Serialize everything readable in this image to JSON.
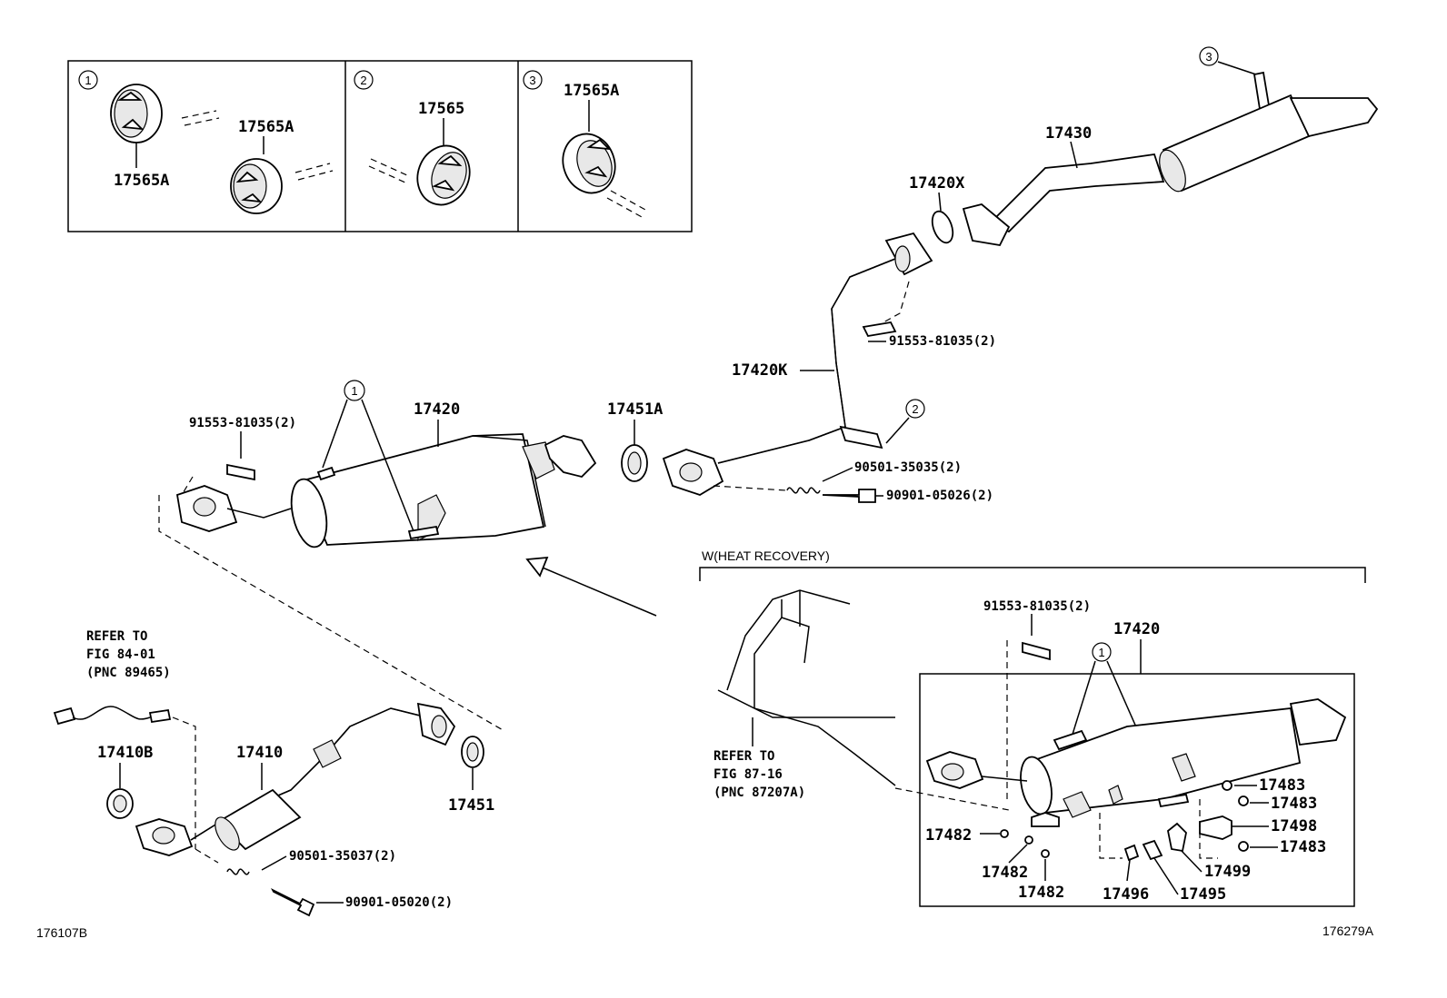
{
  "callouts": {
    "c1": "1",
    "c2": "2",
    "c3": "3"
  },
  "inset": {
    "box1": {
      "num": "1",
      "label_a": "17565A",
      "label_b": "17565A"
    },
    "box2": {
      "num": "2",
      "label": "17565"
    },
    "box3": {
      "num": "3",
      "label": "17565A"
    }
  },
  "labels": {
    "p17430": "17430",
    "p17420X": "17420X",
    "p91553_top": "91553-81035(2)",
    "p17420K": "17420K",
    "p17451A": "17451A",
    "p17420_main": "17420",
    "p91553_left": "91553-81035(2)",
    "p90501_35035": "90501-35035(2)",
    "p90901_05026": "90901-05026(2)",
    "heat_recovery": "W(HEAT RECOVERY)",
    "p91553_right": "91553-81035(2)",
    "p17420_right": "17420",
    "refer1_l1": "REFER TO",
    "refer1_l2": "FIG 84-01",
    "refer1_l3": "(PNC 89465)",
    "p17410B": "17410B",
    "p17410": "17410",
    "p17451": "17451",
    "p90501_35037": "90501-35037(2)",
    "p90901_05020": "90901-05020(2)",
    "refer2_l1": "REFER TO",
    "refer2_l2": "FIG 87-16",
    "refer2_l3": "(PNC 87207A)",
    "p17483_a": "17483",
    "p17483_b": "17483",
    "p17498": "17498",
    "p17483_c": "17483",
    "p17482_a": "17482",
    "p17482_b": "17482",
    "p17482_c": "17482",
    "p17499": "17499",
    "p17496": "17496",
    "p17495": "17495",
    "code_left": "176107B",
    "code_right": "176279A"
  }
}
